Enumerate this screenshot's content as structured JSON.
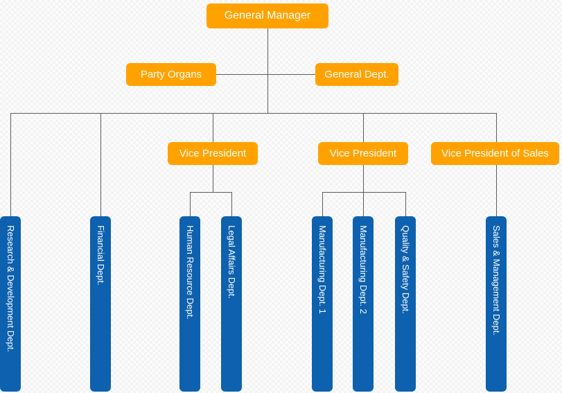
{
  "tree": {
    "root": {
      "label": "General Manager"
    },
    "staff": [
      {
        "label": "Party Organs"
      },
      {
        "label": "General Dept."
      }
    ],
    "level2": [
      {
        "label": "Research & Development Dept.",
        "type": "department",
        "children": []
      },
      {
        "label": "Financial Dept.",
        "type": "department",
        "children": []
      },
      {
        "label": "Vice President",
        "type": "manager",
        "children": [
          {
            "label": "Human Resource Dept."
          },
          {
            "label": "Legal Affairs Dept."
          }
        ]
      },
      {
        "label": "Vice President",
        "type": "manager",
        "children": [
          {
            "label": "Manufacturing Dept. 1"
          },
          {
            "label": "Manufacturing Dept. 2"
          },
          {
            "label": "Quality & Safety Dept."
          }
        ]
      },
      {
        "label": "Vice President of Sales",
        "type": "manager",
        "children": [
          {
            "label": "Sales & Management Dept."
          }
        ]
      }
    ]
  },
  "colors": {
    "manager_fill": "#FFA200",
    "department_fill": "#0E61AE",
    "connector": "#5B5B5B",
    "node_text": "#FFFFFF"
  }
}
